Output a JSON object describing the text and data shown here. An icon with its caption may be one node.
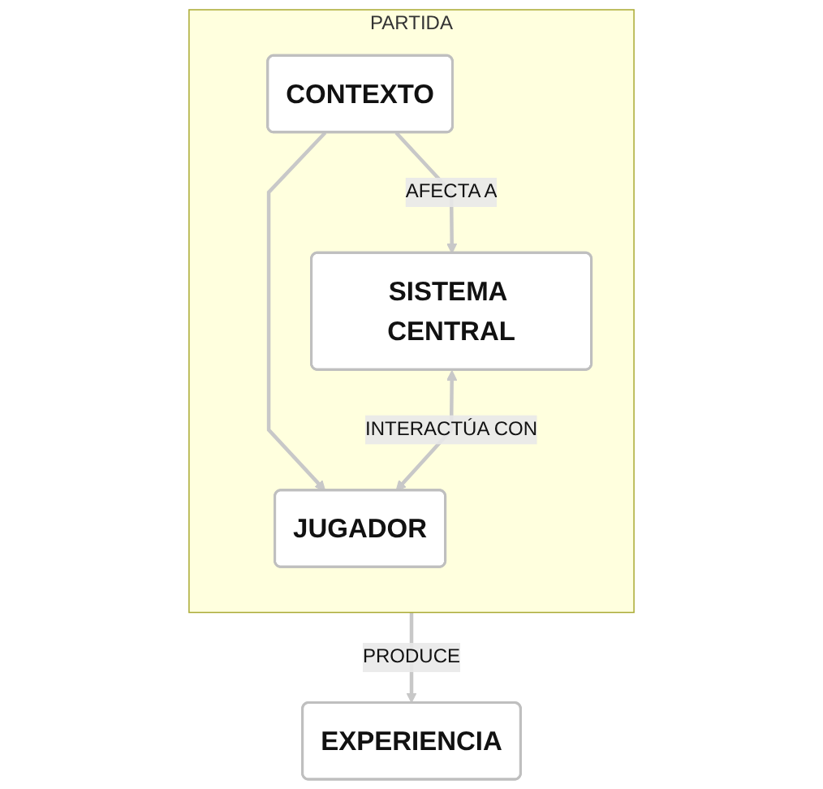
{
  "diagram": {
    "nodes": [
      {
        "text": [
          "PARTIDA"
        ]
      },
      {
        "text": [
          "CONTEXTO"
        ],
        "in": 0
      },
      {
        "text": [
          "SISTEMA CENTRAL"
        ],
        "in": 0
      },
      {
        "text": [
          "JUGADOR"
        ],
        "in": 0
      },
      {
        "text": [
          "EXPERIENCIA"
        ]
      }
    ],
    "edges": [
      {
        "from": 1,
        "to": 2,
        "arrow": "to",
        "label": "AFECTA A"
      },
      {
        "from": 1,
        "to": 3,
        "arrow": "to"
      },
      {
        "from": 2,
        "to": 3,
        "arrow": "both",
        "label": "INTERACTÚA CON"
      },
      {
        "from": 0,
        "to": 4,
        "arrow": "to",
        "label": "PRODUCE"
      }
    ]
  }
}
